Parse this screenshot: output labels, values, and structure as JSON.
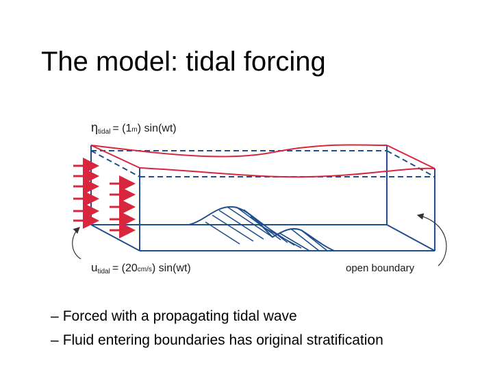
{
  "slide": {
    "title": "The model: tidal forcing"
  },
  "diagram": {
    "eta_label": {
      "symbol": "η",
      "subscript": "tidal",
      "equals": "= (",
      "amplitude": "1",
      "unit": "m",
      "rest": ") sin(wt)"
    },
    "u_label": {
      "symbol": "u",
      "subscript": "tidal",
      "equals": "= (",
      "amplitude": "20",
      "unit": "cm/s",
      "rest": ") sin(wt)"
    },
    "open_boundary_label": "open boundary",
    "colors": {
      "forcing": "#d7263d",
      "box": "#1f4e8c"
    }
  },
  "bullets": [
    {
      "dash": "–",
      "text": "Forced with a propagating tidal wave"
    },
    {
      "dash": "–",
      "text": "Fluid entering boundaries has original stratification"
    }
  ]
}
